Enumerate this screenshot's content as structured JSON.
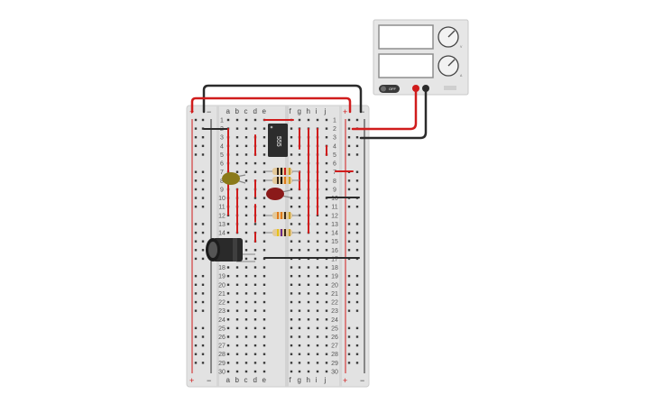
{
  "breadboard": {
    "column_letters_left": [
      "a",
      "b",
      "c",
      "d",
      "e"
    ],
    "column_letters_right": [
      "f",
      "g",
      "h",
      "i",
      "j"
    ],
    "row_count": 30,
    "rail_plus": "+",
    "rail_minus": "−"
  },
  "chip": {
    "label": "555"
  },
  "power_supply": {
    "button_label": "OFF",
    "knob_top_label": "V",
    "knob_bottom_label": "A"
  },
  "colors": {
    "wire_red": "#d01c1c",
    "wire_black": "#2b2b2b",
    "board": "#e2e2e2",
    "led": "#8b1a1a",
    "capacitor": "#2a2a2a"
  }
}
